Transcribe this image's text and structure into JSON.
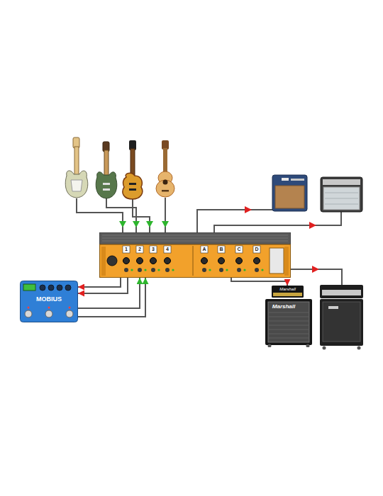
{
  "diagram": {
    "nodes": [
      {
        "text": [
          "1",
          "2",
          "3",
          "4",
          "A",
          "B",
          "C",
          "D"
        ]
      },
      {
        "text": [
          "MOBIUS"
        ]
      },
      {
        "text": [
          "Marshall",
          "Marshall"
        ]
      }
    ],
    "edges": [
      {
        "from": 0,
        "to": 1,
        "arrow": "to"
      },
      {
        "from": 0,
        "to": 1,
        "arrow": "to"
      },
      {
        "from": 1,
        "to": 0,
        "arrow": "to"
      },
      {
        "from": 1,
        "to": 0,
        "arrow": "to"
      },
      {
        "from": 0,
        "to": 2,
        "arrow": "to"
      }
    ]
  }
}
